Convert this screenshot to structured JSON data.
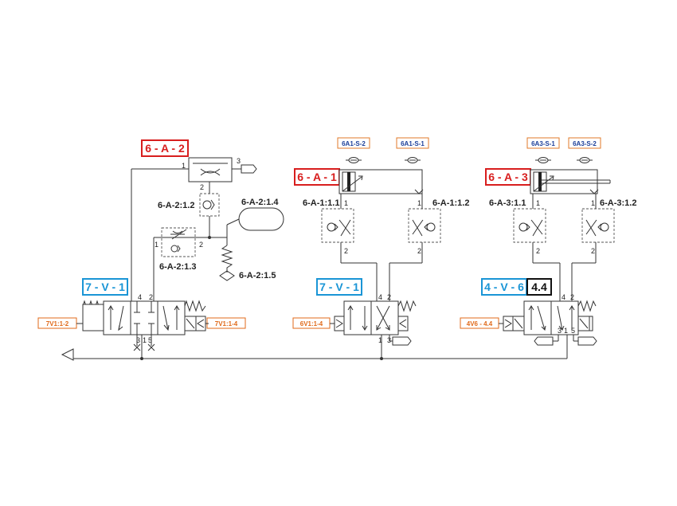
{
  "colors": {
    "tag_red": "#d81e1e",
    "tag_blue": "#1a95d6",
    "tag_black": "#111111",
    "solenoid_label": "#e06a1a",
    "sensor_label_border": "#e07a2a",
    "sensor_label_text": "#1c3f99",
    "line": "#333333"
  },
  "tags": {
    "a2": "6 - A - 2",
    "a1": "6 - A - 1",
    "a3": "6 - A - 3",
    "v1_left": "7 - V - 1",
    "v1_mid": "7 - V - 1",
    "v6": "4 - V - 6",
    "v6_sub": "4.4"
  },
  "components": {
    "a2_1_2": "6-A-2:1.2",
    "a2_1_3": "6-A-2:1.3",
    "a2_1_4": "6-A-2:1.4",
    "a2_1_5": "6-A-2:1.5",
    "a1_1_1": "6-A-1:1.1",
    "a1_1_2": "6-A-1:1.2",
    "a3_1_1": "6-A-3:1.1",
    "a3_1_2": "6-A-3:1.2"
  },
  "sensors": {
    "s_6a1_2": "6A1-S-2",
    "s_6a1_1": "6A1-S-1",
    "s_6a3_1": "6A3-S-1",
    "s_6a3_2": "6A3-S-2"
  },
  "solenoids": {
    "left_a": "7V1:1-2",
    "left_b": "7V1:1-4",
    "mid": "6V1:1-4",
    "right": "4V6 - 4.4"
  },
  "ports": {
    "p1": "1",
    "p2": "2",
    "p3": "3",
    "p4": "4",
    "p5": "5"
  }
}
